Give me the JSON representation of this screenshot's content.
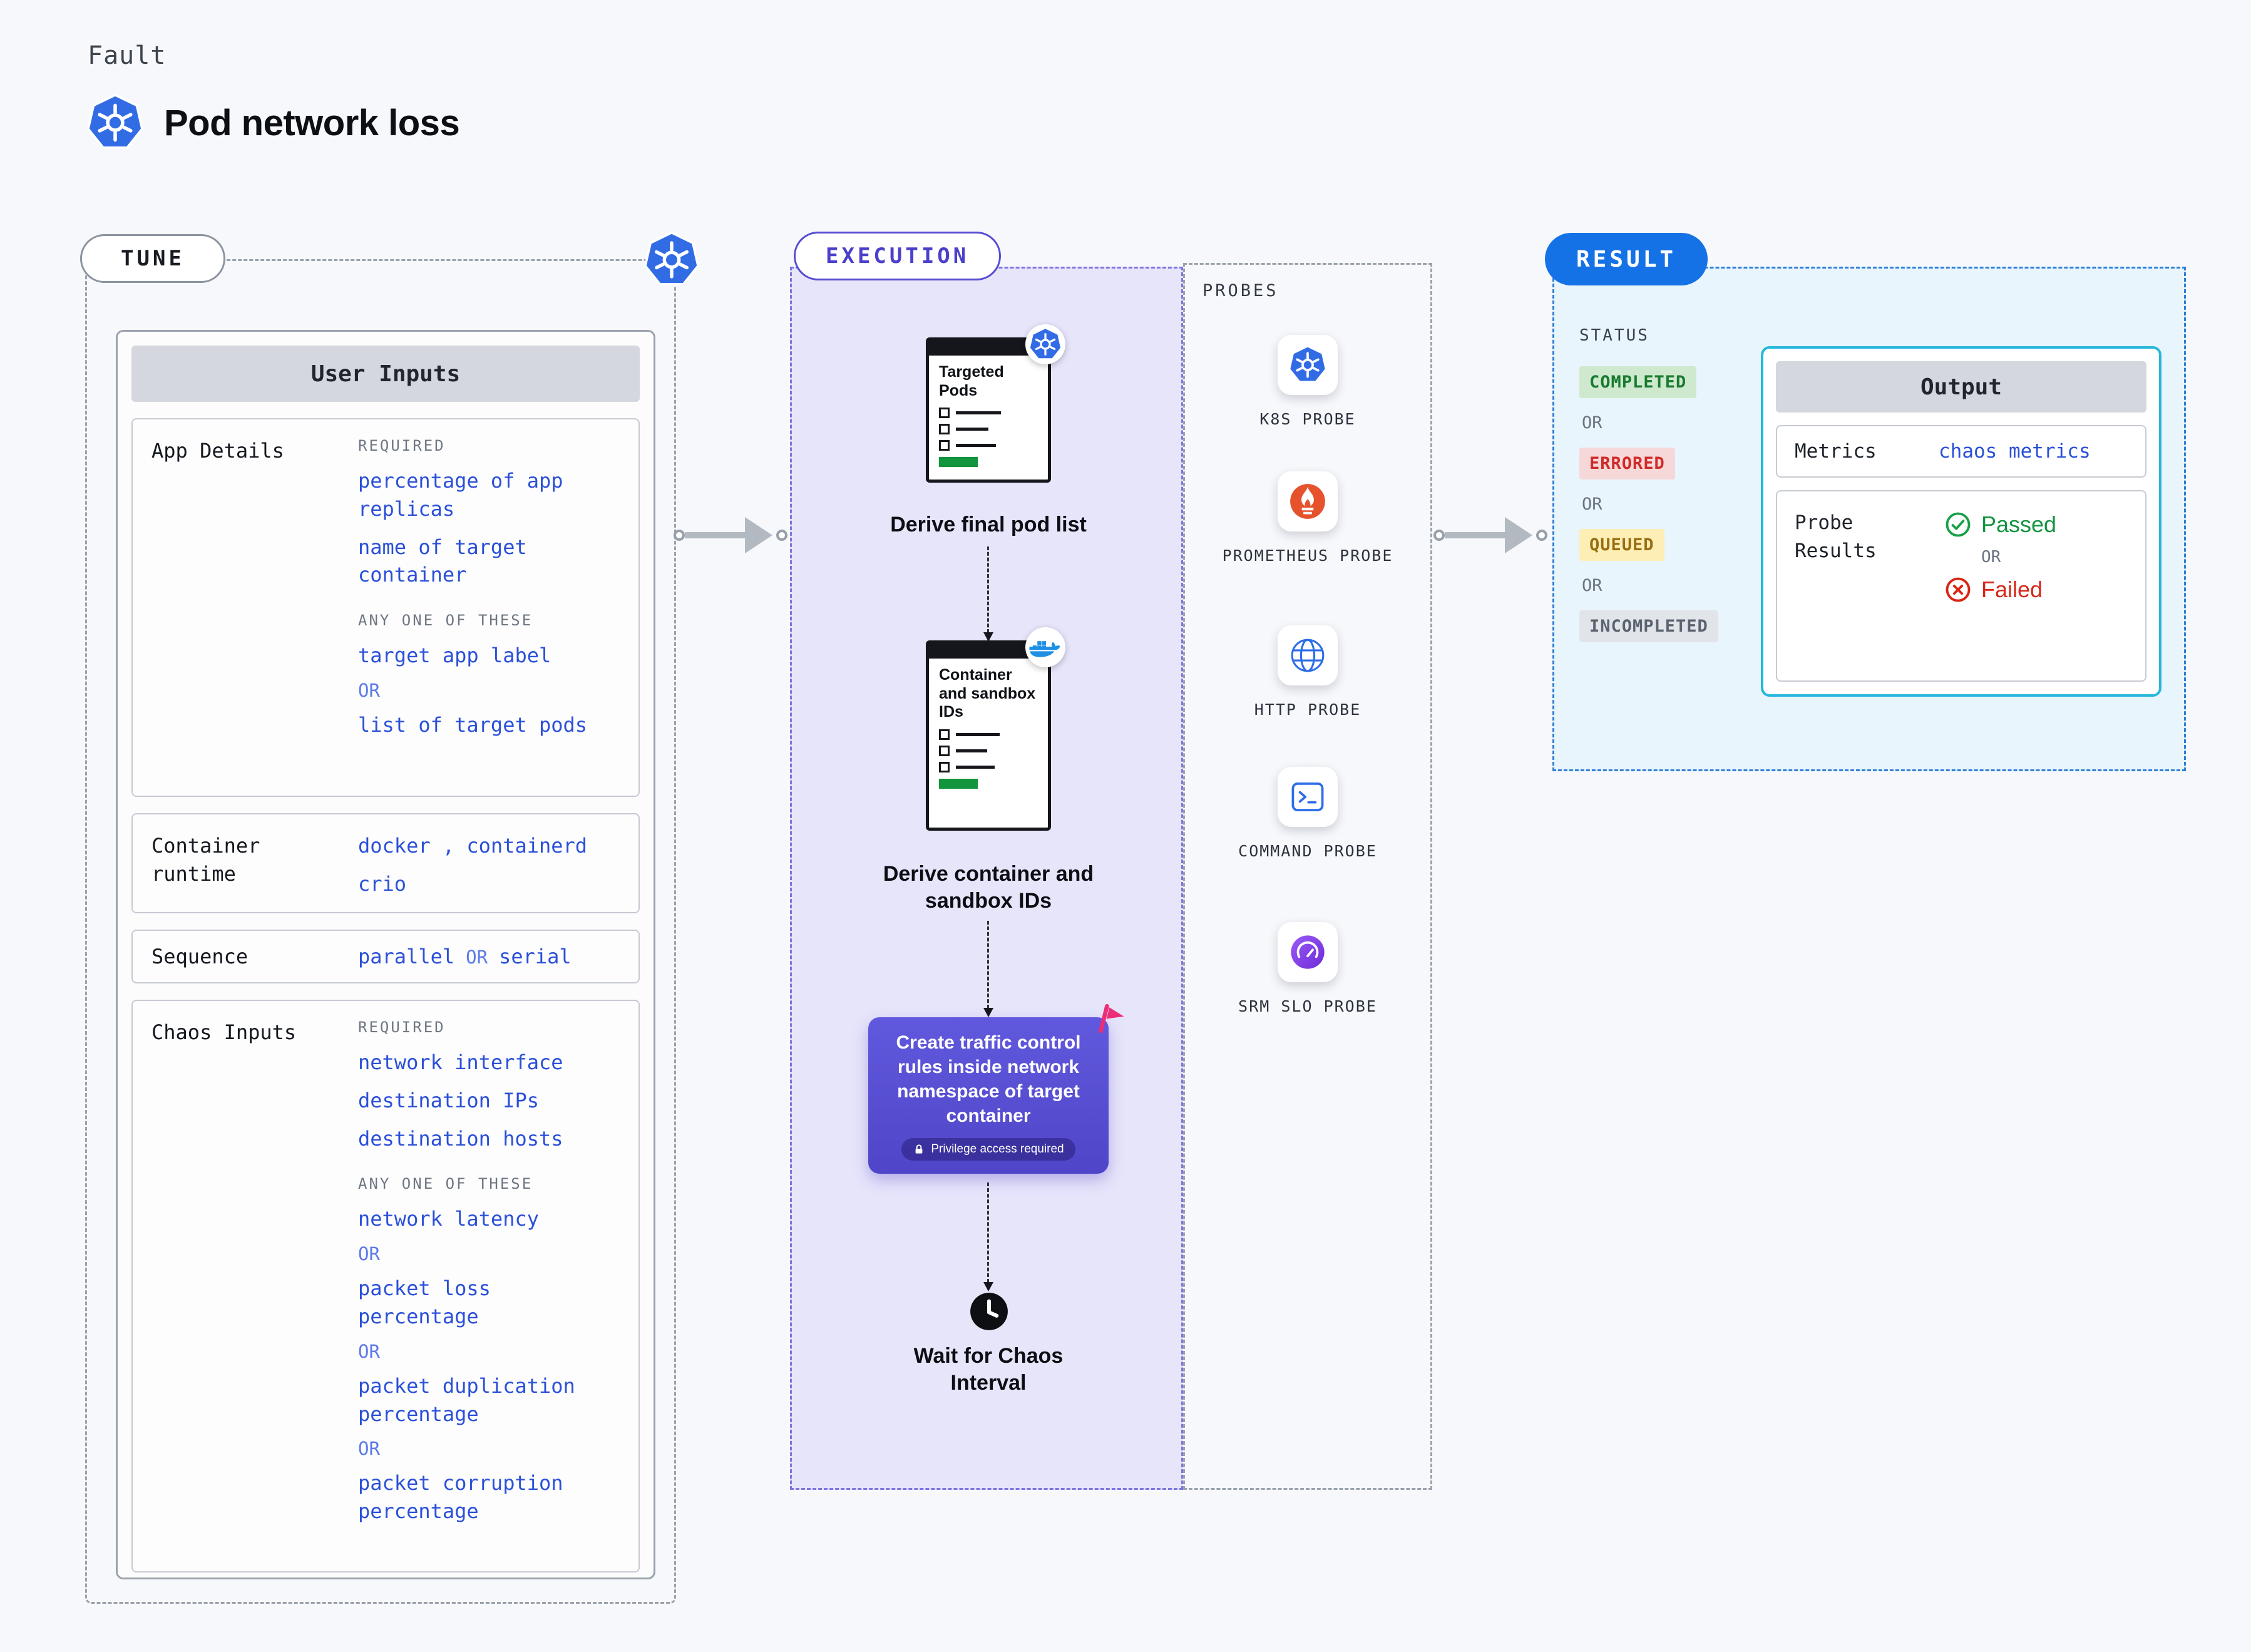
{
  "header": {
    "kicker": "Fault",
    "title": "Pod network loss"
  },
  "tune": {
    "badge": "TUNE",
    "card_title": "User Inputs",
    "app_details": {
      "label": "App Details",
      "required_heading": "REQUIRED",
      "required_items": [
        "percentage of app replicas",
        "name of target container"
      ],
      "any_heading": "ANY ONE OF THESE",
      "any_items": [
        "target app label",
        "list of target pods"
      ],
      "or_label": "OR"
    },
    "container_runtime": {
      "label": "Container runtime",
      "lines": [
        "docker , containerd",
        "crio"
      ]
    },
    "sequence": {
      "label": "Sequence",
      "parts": [
        "parallel",
        "OR",
        "serial"
      ]
    },
    "chaos_inputs": {
      "label": "Chaos Inputs",
      "required_heading": "REQUIRED",
      "required_items": [
        "network interface",
        "destination IPs",
        "destination hosts"
      ],
      "any_heading": "ANY ONE OF THESE",
      "any_items": [
        "network latency",
        "packet loss percentage",
        "packet duplication percentage",
        "packet corruption percentage"
      ],
      "or_label": "OR"
    }
  },
  "execution": {
    "badge": "EXECUTION",
    "doc1_title": "Targeted Pods",
    "caption1": "Derive final pod list",
    "doc2_title": "Container and sandbox IDs",
    "caption2": "Derive container and sandbox IDs",
    "chaos_step": {
      "text": "Create traffic control rules inside network namespace of target container",
      "badge": "Privilege access required"
    },
    "caption3": "Wait for Chaos Interval"
  },
  "probes": {
    "heading": "PROBES",
    "items": [
      {
        "label": "K8S PROBE",
        "icon": "kubernetes-icon"
      },
      {
        "label": "PROMETHEUS PROBE",
        "icon": "prometheus-icon"
      },
      {
        "label": "HTTP PROBE",
        "icon": "globe-icon"
      },
      {
        "label": "COMMAND PROBE",
        "icon": "terminal-icon"
      },
      {
        "label": "SRM SLO PROBE",
        "icon": "gauge-icon"
      }
    ]
  },
  "result": {
    "badge": "RESULT",
    "status_heading": "STATUS",
    "or_label": "OR",
    "statuses": [
      "COMPLETED",
      "ERRORED",
      "QUEUED",
      "INCOMPLETED"
    ],
    "output": {
      "title": "Output",
      "metrics_label": "Metrics",
      "metrics_value": "chaos metrics",
      "probe_results_label": "Probe Results",
      "passed_label": "Passed",
      "or_label": "OR",
      "failed_label": "Failed"
    }
  },
  "colors": {
    "k8s_blue": "#326CE5",
    "value_blue": "#2B50D8",
    "execution_purple": "#554BD0",
    "execution_bg": "#E7E5FA",
    "result_blue": "#1472E6",
    "result_bg": "#E9F5FC",
    "output_border_cyan": "#27B7DC",
    "completed_green": "#187A2F",
    "errored_red": "#D02B2B",
    "queued_yellow": "#996D10",
    "incompleted_gray": "#5A6370",
    "passed_green": "#149441",
    "failed_red": "#D6281A",
    "prometheus_orange": "#E6522C",
    "docker_blue": "#1D90E4",
    "flag_pink": "#EC2D78"
  }
}
